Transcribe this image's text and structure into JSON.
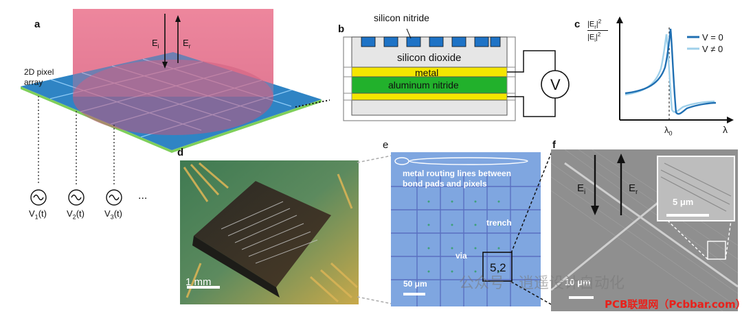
{
  "panels": {
    "a": {
      "label": "a",
      "array_label_line1": "2D pixel",
      "array_label_line2": "array",
      "ei": "E",
      "ei_sub": "i",
      "er": "E",
      "er_sub": "r",
      "voltages": [
        "V",
        "V",
        "V"
      ],
      "voltage_subs": [
        "1",
        "2",
        "3"
      ],
      "voltage_suffix": "(t)",
      "ellipsis": "..."
    },
    "b": {
      "label": "b",
      "silicon_nitride": "silicon nitride",
      "silicon_dioxide": "silicon dioxide",
      "metal": "metal",
      "aluminum_nitride": "aluminum nitride",
      "meter": "V"
    },
    "c": {
      "label": "c",
      "ylabel_num": "|E",
      "ylabel_num_sub": "r",
      "ylabel_den": "|E",
      "ylabel_den_sub": "i",
      "power": "2",
      "bar": "|",
      "xlabel": "λ",
      "lambda0": "λ",
      "lambda0_sub": "0",
      "legend": [
        {
          "name": "V = 0",
          "color": "#1f6fb2"
        },
        {
          "name": "V ≠ 0",
          "color": "#9fd0ea"
        }
      ]
    },
    "d": {
      "label": "d",
      "scale": "1 mm"
    },
    "e": {
      "label": "e",
      "routing_line1": "metal routing lines between",
      "routing_line2": "bond pads and pixels",
      "trench": "trench",
      "via": "via",
      "pixel_index": "5,2",
      "scale": "50 μm"
    },
    "f": {
      "label": "f",
      "ei": "E",
      "ei_sub": "i",
      "er": "E",
      "er_sub": "r",
      "inset_scale": "5 μm",
      "scale": "10 μm"
    }
  },
  "watermark": {
    "wechat": "公众号 · 逍遥设计自动化",
    "site": "PCB联盟网（Pcbbar.com）"
  },
  "colors": {
    "beam": "#e8768f",
    "pixel_blue": "#2f84c4",
    "nitride_blue": "#1e73c6",
    "metal_yellow": "#f4e600",
    "aln_green": "#22b12c",
    "curve_dark": "#1f6fb2",
    "curve_light": "#9fd0ea",
    "watermark_red": "#e8211b"
  }
}
